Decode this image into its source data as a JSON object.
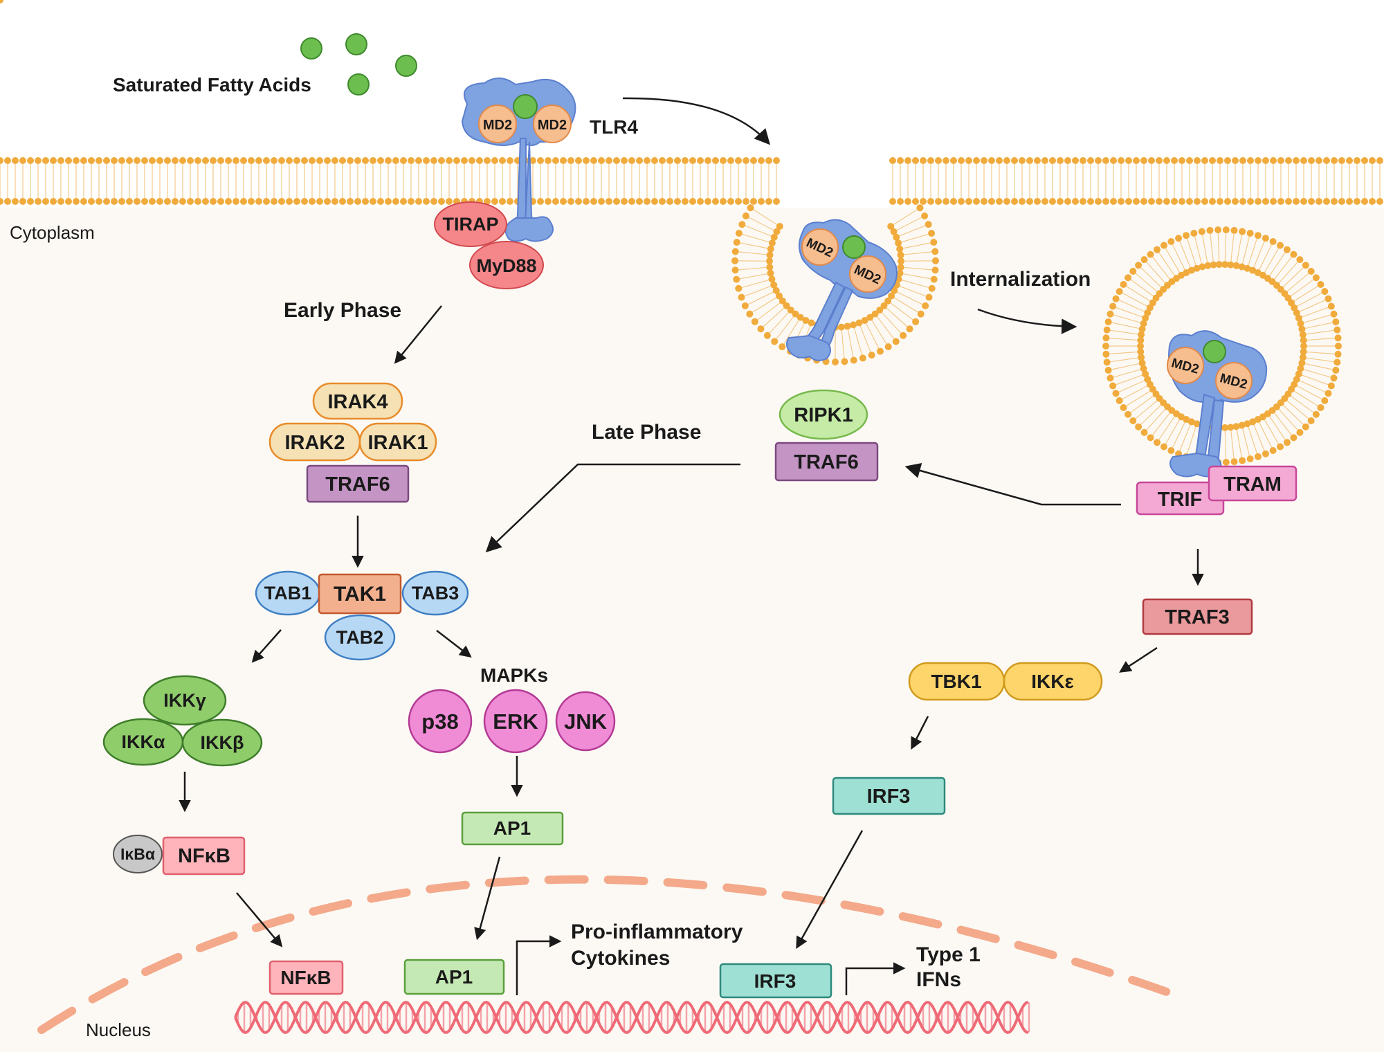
{
  "labels": {
    "ligand": "Saturated Fatty Acids",
    "receptor": "TLR4",
    "cytoplasm": "Cytoplasm",
    "nucleus": "Nucleus",
    "early_phase": "Early Phase",
    "late_phase": "Late Phase",
    "internalization": "Internalization",
    "mapks": "MAPKs",
    "pro_inflammatory_1": "Pro-inflammatory",
    "pro_inflammatory_2": "Cytokines",
    "type1_ifn_1": "Type 1",
    "type1_ifn_2": "IFNs"
  },
  "proteins": {
    "md2": "MD2",
    "tirap": "TIRAP",
    "myd88": "MyD88",
    "irak4": "IRAK4",
    "irak2": "IRAK2",
    "irak1": "IRAK1",
    "traf6": "TRAF6",
    "ripk1": "RIPK1",
    "tab1": "TAB1",
    "tak1": "TAK1",
    "tab3": "TAB3",
    "tab2": "TAB2",
    "ikk_gamma": "IKKγ",
    "ikk_alpha": "IKKα",
    "ikk_beta": "IKKβ",
    "ikba": "IκBα",
    "nfkb": "NFκB",
    "p38": "p38",
    "erk": "ERK",
    "jnk": "JNK",
    "ap1": "AP1",
    "trif": "TRIF",
    "tram": "TRAM",
    "traf3": "TRAF3",
    "tbk1": "TBK1",
    "ikk_epsilon": "IKKε",
    "irf3": "IRF3"
  },
  "colors": {
    "membrane": "#f0ab3c",
    "receptor": "#7fa2e0",
    "md2": "#f6bd8f",
    "ligand": "#6cbf4f",
    "irak": "#f5e1b4",
    "traf6": "#c495c4",
    "tab": "#b7d8f4",
    "tak1": "#f2b08e",
    "ikk": "#8fcc6a",
    "ripk1": "#c6eba6",
    "mapk": "#f08bd6",
    "ap1": "#c5e9b4",
    "nfkb": "#ffb3ba",
    "trif_tram": "#f3a9d3",
    "traf3": "#ea9a9c",
    "tbk1": "#fdd56a",
    "irf3": "#9fe0d4",
    "tirap_myd88": "#f5868a",
    "dna": "#ef6a76",
    "nuclear_envelope": "#f3a98a"
  }
}
